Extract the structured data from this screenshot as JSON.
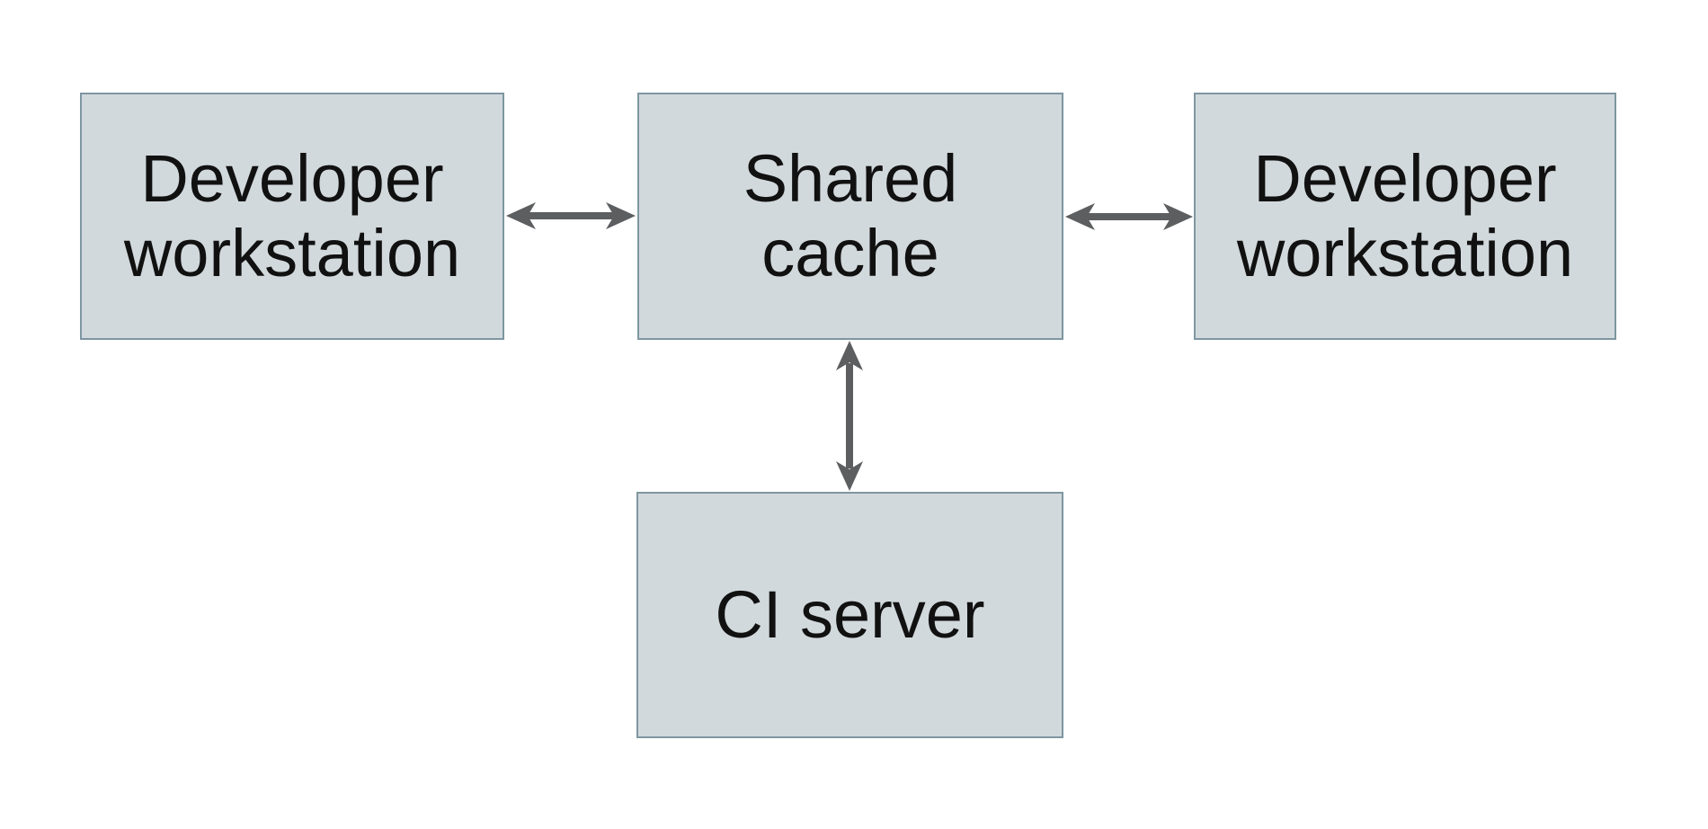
{
  "colors": {
    "background": "#ffffff",
    "box_fill": "#d2d9dc",
    "box_border": "#7e96a1",
    "arrow": "#5c5e60",
    "text": "#111111"
  },
  "nodes": {
    "developer_left": {
      "label": "Developer\nworkstation"
    },
    "shared_cache": {
      "label": "Shared\ncache"
    },
    "developer_right": {
      "label": "Developer\nworkstation"
    },
    "ci_server": {
      "label": "CI server"
    }
  },
  "edges": [
    {
      "from": "Developer workstation (left)",
      "to": "Shared cache",
      "direction": "bidirectional"
    },
    {
      "from": "Shared cache",
      "to": "Developer workstation (right)",
      "direction": "bidirectional"
    },
    {
      "from": "Shared cache",
      "to": "CI server",
      "direction": "bidirectional"
    }
  ]
}
